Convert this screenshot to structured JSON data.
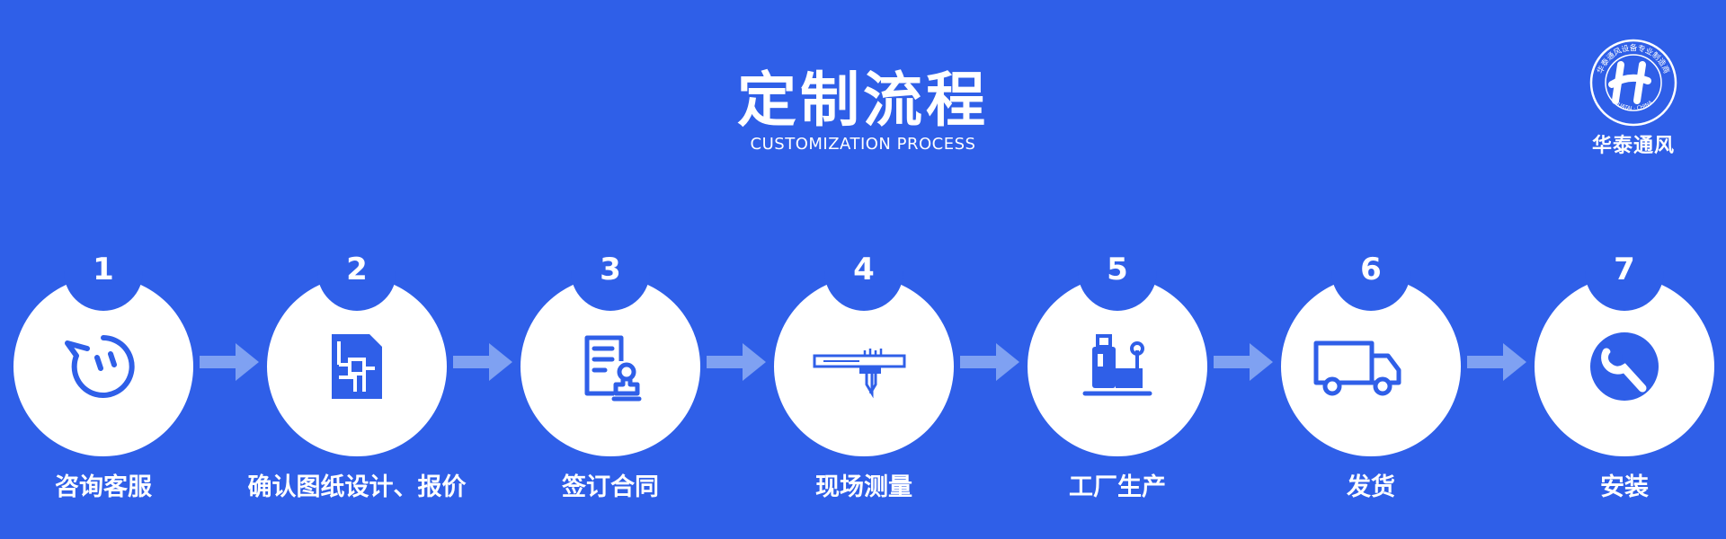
{
  "header": {
    "title": "定制流程",
    "subtitle": "CUSTOMIZATION PROCESS"
  },
  "logo": {
    "name": "华泰通风",
    "ring_text": "华泰通风设备专业制造商",
    "bottom_text": "HUATAI · CHINA"
  },
  "steps": [
    {
      "num": "1",
      "label": "咨询客服",
      "icon": "chat-bubble-icon"
    },
    {
      "num": "2",
      "label": "确认图纸设计、报价",
      "icon": "blueprint-icon"
    },
    {
      "num": "3",
      "label": "签订合同",
      "icon": "contract-stamp-icon"
    },
    {
      "num": "4",
      "label": "现场测量",
      "icon": "caliper-icon"
    },
    {
      "num": "5",
      "label": "工厂生产",
      "icon": "factory-machine-icon"
    },
    {
      "num": "6",
      "label": "发货",
      "icon": "delivery-truck-icon"
    },
    {
      "num": "7",
      "label": "安装",
      "icon": "wrench-icon"
    }
  ],
  "colors": {
    "background": "#2f5fe8",
    "circle": "#ffffff",
    "icon": "#2f5fe8",
    "arrow": "#7fa1f2"
  }
}
